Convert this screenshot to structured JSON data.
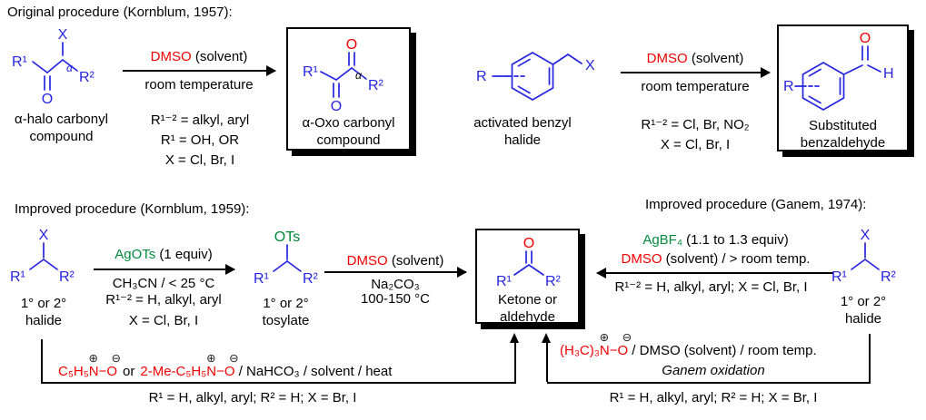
{
  "colors": {
    "structure_blue": "#2525e0",
    "reagent_red": "#f50000",
    "reagent_green": "#008a3c",
    "text_black": "#000000"
  },
  "top": {
    "title": "Original procedure (Kornblum, 1957):",
    "reactant1": {
      "x": "X",
      "r1": "R¹",
      "r2": "R²",
      "alpha": "α",
      "o": "O",
      "caption1": "α-halo carbonyl",
      "caption2": "compound"
    },
    "arrow1": {
      "reagent_red": "DMSO",
      "reagent_rest": " (solvent)",
      "condition": "room temperature",
      "note1": "R¹⁻² = alkyl, aryl",
      "note2": "R¹ = OH, OR",
      "note3": "X = Cl, Br, I"
    },
    "product1": {
      "o_top": "O",
      "o_bottom": "O",
      "r1": "R¹",
      "r2": "R²",
      "alpha": "α",
      "caption1": "α-Oxo carbonyl",
      "caption2": "compound"
    },
    "reactant2": {
      "r": "R",
      "x": "X",
      "caption1": "activated benzyl",
      "caption2": "halide"
    },
    "arrow2": {
      "reagent_red": "DMSO",
      "reagent_rest": " (solvent)",
      "condition": "room temperature",
      "note1": "R¹⁻² = Cl, Br, NO₂",
      "note2": "X = Cl, Br, I"
    },
    "product2": {
      "o": "O",
      "h": "H",
      "r": "R",
      "caption1": "Substituted",
      "caption2": "benzaldehyde"
    }
  },
  "bottom_left": {
    "title": "Improved procedure (Kornblum, 1959):",
    "halide": {
      "x": "X",
      "r1": "R¹",
      "r2": "R²",
      "caption1": "1° or 2°",
      "caption2": "halide"
    },
    "arrow": {
      "reagent_green": "AgOTs",
      "reagent_rest": " (1 equiv)",
      "cond1": "CH₃CN / < 25 °C",
      "cond2": "R¹⁻² = H, alkyl, aryl",
      "cond3": "X = Cl, Br, I"
    },
    "tosylate": {
      "ots": "OTs",
      "r1": "R¹",
      "r2": "R²",
      "caption1": "1° or 2°",
      "caption2": "tosylate"
    },
    "arrow2": {
      "reagent_red": "DMSO",
      "reagent_rest": " (solvent)",
      "cond1": "Na₂CO₃",
      "cond2": "100-150 °C"
    }
  },
  "product_box": {
    "o": "O",
    "r1": "R¹",
    "r2": "R²",
    "caption1": "Ketone or",
    "caption2": "aldehyde"
  },
  "bottom_right": {
    "title": "Improved procedure (Ganem, 1974):",
    "arrow": {
      "reagent_green": "AgBF₄",
      "reagent_green_rest": " (1.1 to 1.3 equiv)",
      "reagent_red": "DMSO",
      "reagent_red_rest": " (solvent) / > room temp.",
      "note": "R¹⁻² = H, alkyl, aryl; X = Cl, Br, I"
    },
    "halide": {
      "x": "X",
      "r1": "R¹",
      "r2": "R²",
      "caption1": "1° or 2°",
      "caption2": "halide"
    }
  },
  "route_left": {
    "plus": "⊕",
    "minus": "⊖",
    "oxide1": "C₅H₅N−O",
    "or": "or",
    "oxide2": "2-Me-C₅H₅N−O",
    "rest": " / NaHCO₃ / solvent / heat",
    "note": "R¹ = H, alkyl, aryl; R² = H;  X = Br, I"
  },
  "route_right": {
    "plus": "⊕",
    "minus": "⊖",
    "oxide": "(H₃C)₃N−O",
    "rest": " / DMSO (solvent) / room temp.",
    "name": "Ganem oxidation",
    "note": "R¹ = H, alkyl, aryl; R² = H;  X = Br, I"
  }
}
